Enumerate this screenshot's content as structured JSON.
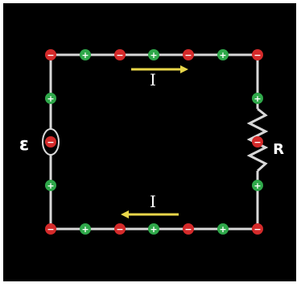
{
  "labels": {
    "emf": "ε",
    "resistor": "R",
    "current_top": "I",
    "current_bottom": "I"
  },
  "charges": {
    "negative_symbol": "−",
    "positive_symbol": "+"
  },
  "colors": {
    "background": "#000000",
    "wire": "#d8d8d8",
    "negative": "#d42a2a",
    "positive": "#2fa84a",
    "arrow": "#e8d64a",
    "label": "#ffffff"
  }
}
